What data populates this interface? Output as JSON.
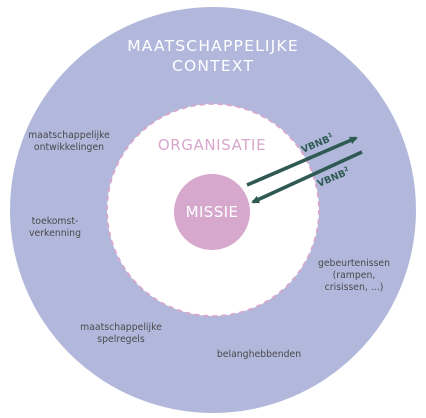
{
  "colors": {
    "outer_circle": "#b1b8dc",
    "inner_circle": "#ffffff",
    "dashed_border": "#d9a6cc",
    "mission_circle": "#d7a8cd",
    "organisation_text": "#d9a6cc",
    "arrows": "#2f5a53"
  },
  "outer": {
    "title_line1": "MAATSCHAPPELIJKE",
    "title_line2": "CONTEXT"
  },
  "organisation": {
    "label": "ORGANISATIE"
  },
  "mission": {
    "label": "MISSIE"
  },
  "arrows": {
    "arrow1_label": "VBNB",
    "arrow1_sup": "1",
    "arrow2_label": "VBNB",
    "arrow2_sup": "2"
  },
  "factors": {
    "f1_line1": "maatschappelijke",
    "f1_line2": "ontwikkelingen",
    "f2_line1": "toekomst-",
    "f2_line2": "verkenning",
    "f3_line1": "maatschappelijke",
    "f3_line2": "spelregels",
    "f4_line1": "belanghebbenden",
    "f5_line1": "gebeurtenissen",
    "f5_line2": "(rampen,",
    "f5_line3": "crisissen, ...)"
  }
}
